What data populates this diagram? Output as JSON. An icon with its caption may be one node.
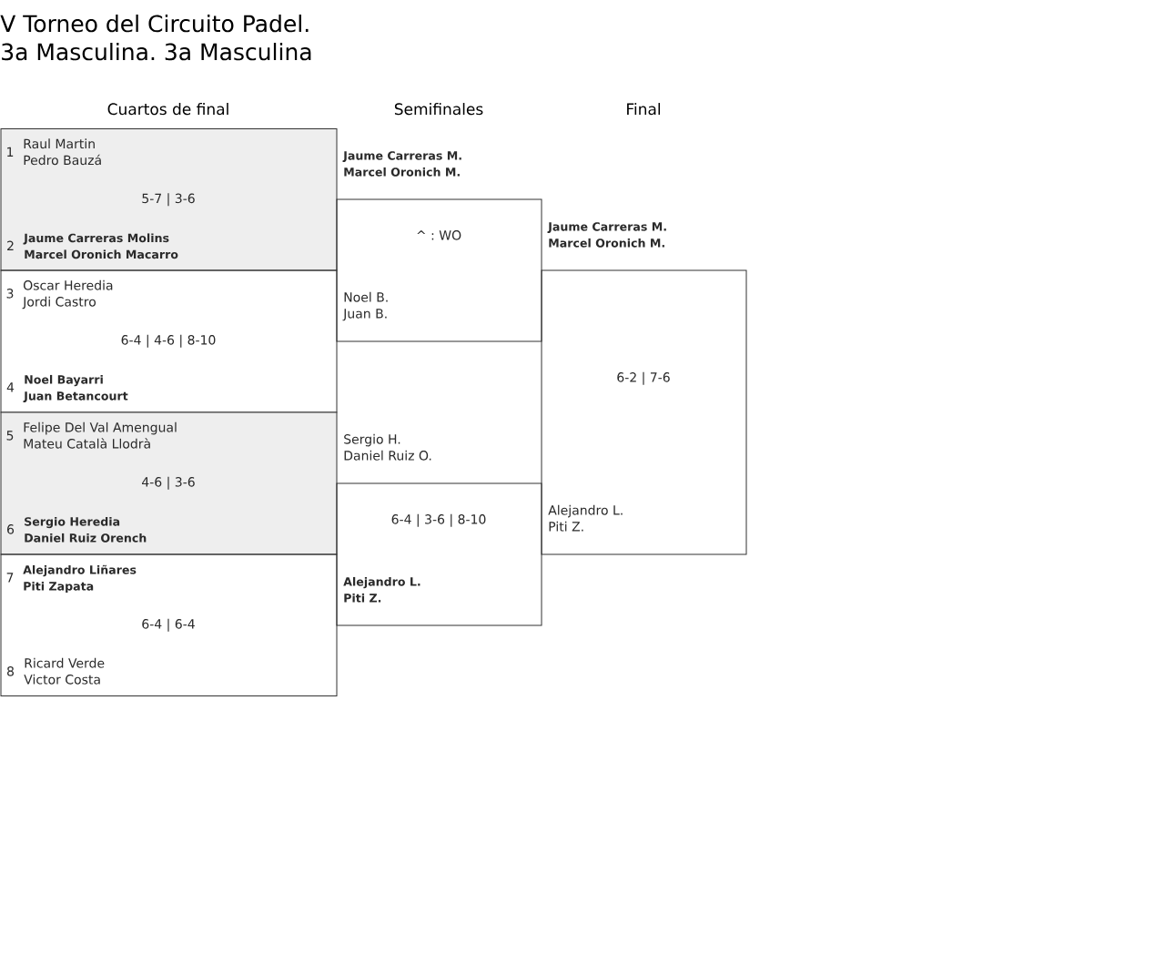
{
  "diagram": {
    "title": "V Torneo del Circuito Padel.",
    "nodes": [
      {
        "text": [
          "1",
          "Raul Martin",
          "Pedro Bauzá",
          "5-7 | 3-6",
          "2",
          "**Jaume Carreras Molins**",
          "**Marcel Oronich Macarro**"
        ]
      },
      {
        "text": [
          "3",
          "Oscar Heredia",
          "Jordi Castro",
          "6-4 | 4-6 | 8-10",
          "4",
          "**Noel Bayarri**",
          "**Juan Betancourt**"
        ]
      },
      {
        "text": [
          "5",
          "Felipe Del Val Amengual",
          "Mateu Català Llodrà",
          "4-6 | 3-6",
          "6",
          "**Sergio Heredia**",
          "**Daniel Ruiz Orench**"
        ]
      },
      {
        "text": [
          "7",
          "**Alejandro Liñares**",
          "**Piti Zapata**",
          "6-4 | 6-4",
          "8",
          "Ricard Verde",
          "Victor Costa"
        ]
      },
      {
        "text": [
          "**Jaume Carreras M.**",
          "**Marcel Oronich M.**",
          "^ : WO",
          "Noel B.",
          "Juan B."
        ]
      },
      {
        "text": [
          "Sergio H.",
          "Daniel Ruiz O.",
          "6-4 | 3-6 | 8-10",
          "**Alejandro L.**",
          "**Piti Z.**"
        ]
      },
      {
        "text": [
          "**Jaume Carreras M.**",
          "**Marcel Oronich M.**",
          "6-2 | 7-6",
          "Alejandro L.",
          "Piti Z."
        ]
      }
    ],
    "labels": [
      "3a Masculina. 3a Masculina",
      "Cuartos de final",
      "Semifinales",
      "Final"
    ]
  }
}
